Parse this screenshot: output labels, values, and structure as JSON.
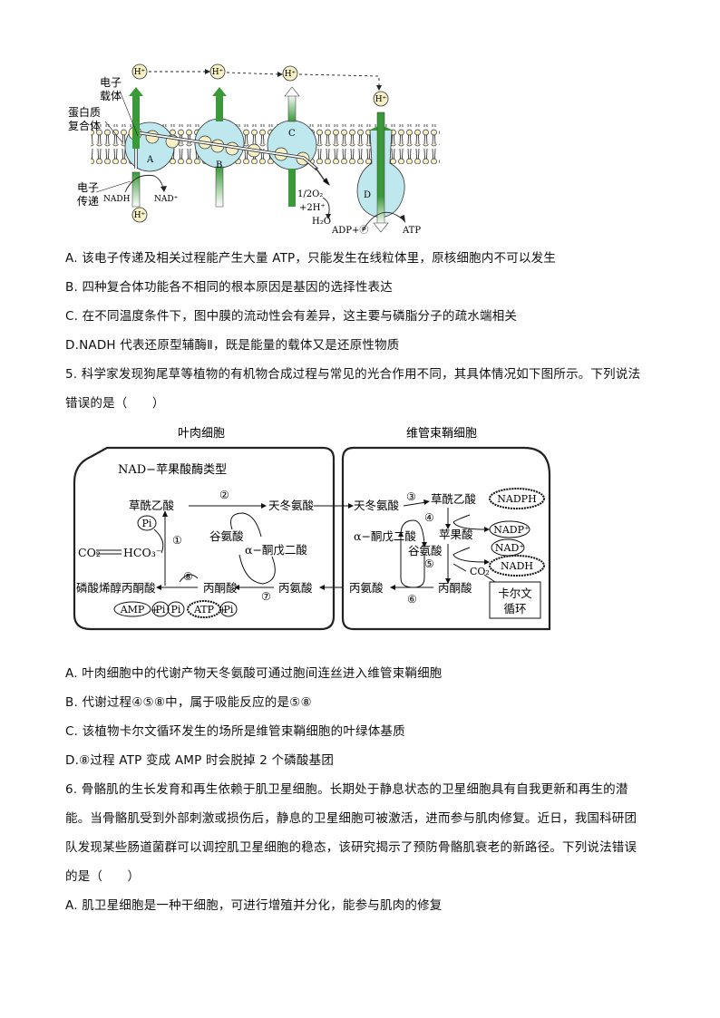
{
  "figure1": {
    "labels": {
      "electron_carrier": [
        "电子",
        "载体"
      ],
      "protein_complex": [
        "蛋白质",
        "复合体"
      ],
      "electron_transfer": [
        "电子",
        "传递"
      ],
      "complex_a": "A",
      "complex_b": "B",
      "complex_c": "C",
      "complex_d": "D",
      "h_plus": "H⁺",
      "nadh": "NADH",
      "nad_plus": "NAD⁺",
      "oxygen": "1/2O₂",
      "two_h": "+2H⁺",
      "water": "H₂O",
      "adp_p": "ADP+Ⓟ",
      "atp": "ATP"
    }
  },
  "question4_options": [
    {
      "key": "A.",
      "text": "该电子传递及相关过程能产生大量 ATP，只能发生在线粒体里，原核细胞内不可以发生"
    },
    {
      "key": "B.",
      "text": "四种复合体功能各不相同的根本原因是基因的选择性表达"
    },
    {
      "key": "C.",
      "text": "在不同温度条件下，图中膜的流动性会有差异，这主要与磷脂分子的疏水端相关"
    },
    {
      "key": "D.",
      "text": "NADH 代表还原型辅酶Ⅱ，既是能量的载体又是还原性物质"
    }
  ],
  "question5": {
    "stem_line1": "5. 科学家发现狗尾草等植物的有机物合成过程与常见的光合作用不同，其具体情况如下图所示。下列说法",
    "stem_line2": "错误的是（　　）",
    "figure": {
      "mesophyll_title": "叶肉细胞",
      "bundle_sheath_title": "维管束鞘细胞",
      "type_label": "NAD−苹果酸酶类型",
      "oxaloacetate": "草酰乙酸",
      "aspartate": "天冬氨酸",
      "glutamate": "谷氨酸",
      "alpha_kg": "α−酮戊二酸",
      "pyruvate": "丙酮酸",
      "alanine": "丙氨酸",
      "pep": "磷酸烯醇丙酮酸",
      "malate": "苹果酸",
      "co2": "CO₂",
      "hco3": "HCO₃⁻",
      "pi": "Pi",
      "amp": "AMP",
      "atp": "ATP",
      "nadph": "NADPH",
      "nadp_plus": "NADP⁺",
      "nad_plus": "NAD⁺",
      "nadh": "NADH",
      "calvin": [
        "卡尔文",
        "循环"
      ],
      "steps": [
        "①",
        "②",
        "③",
        "④",
        "⑤",
        "⑥",
        "⑦",
        "⑧"
      ]
    },
    "options": [
      {
        "key": "A.",
        "text": "叶肉细胞中的代谢产物天冬氨酸可通过胞间连丝进入维管束鞘细胞"
      },
      {
        "key": "B.",
        "text": "代谢过程④⑤⑧中，属于吸能反应的是⑤⑧"
      },
      {
        "key": "C.",
        "text": "该植物卡尔文循环发生的场所是维管束鞘细胞的叶绿体基质"
      },
      {
        "key": "D.",
        "text": "⑧过程 ATP 变成 AMP 时会脱掉 2 个磷酸基团"
      }
    ]
  },
  "question6": {
    "stem_lines": [
      "6. 骨骼肌的生长发育和再生依赖于肌卫星细胞。长期处于静息状态的卫星细胞具有自我更新和再生的潜",
      "能。当骨骼肌受到外部刺激或损伤后，静息的卫星细胞可被激活，进而参与肌肉修复。近日，我国科研团",
      "队发现某些肠道菌群可以调控肌卫星细胞的稳态，该研究揭示了预防骨骼肌衰老的新路径。下列说法错误",
      "的是（　　）"
    ],
    "options": [
      {
        "key": "A.",
        "text": "肌卫星细胞是一种干细胞，可进行增殖并分化，能参与肌肉的修复"
      }
    ]
  },
  "colors": {
    "membrane_protein": "#bfe8ee",
    "green_arrow": "#3a9a3a",
    "carrier": "#f6f0c4"
  }
}
